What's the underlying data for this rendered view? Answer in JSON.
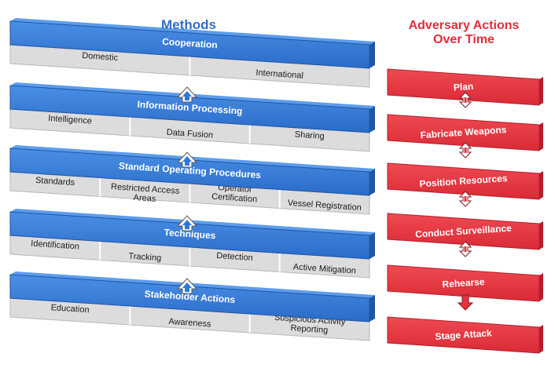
{
  "methods_title": "Methods",
  "adversary_title": [
    "Adversary Actions",
    "Over Time"
  ],
  "colors": {
    "method_blue": "#2f78d8",
    "method_blue_dark": "#1f56a8",
    "sub_gray": "#dcdcdc",
    "adversary_red": "#e8333e",
    "arrow_blue": "#2f78d8",
    "arrow_red": "#e8333e"
  },
  "methods": [
    {
      "title": "Cooperation",
      "items": [
        "Domestic",
        "International"
      ]
    },
    {
      "title": "Information Processing",
      "items": [
        "Intelligence",
        "Data Fusion",
        "Sharing"
      ]
    },
    {
      "title": "Standard Operating Procedures",
      "items": [
        "Standards",
        "Restricted Access\nAreas",
        "Operator\nCertification",
        "Vessel Registration"
      ]
    },
    {
      "title": "Techniques",
      "items": [
        "Identification",
        "Tracking",
        "Detection",
        "Active Mitigation"
      ]
    },
    {
      "title": "Stakeholder Actions",
      "items": [
        "Education",
        "Awareness",
        "Suspicious Activity\nReporting"
      ]
    }
  ],
  "adversary_actions": [
    "Plan",
    "Fabricate Weapons",
    "Position Resources",
    "Conduct Surveillance",
    "Rehearse",
    "Stage Attack"
  ],
  "icons": {
    "method_connector": "up-arrow-icon",
    "adversary_connector": "double-arrow-icon"
  }
}
